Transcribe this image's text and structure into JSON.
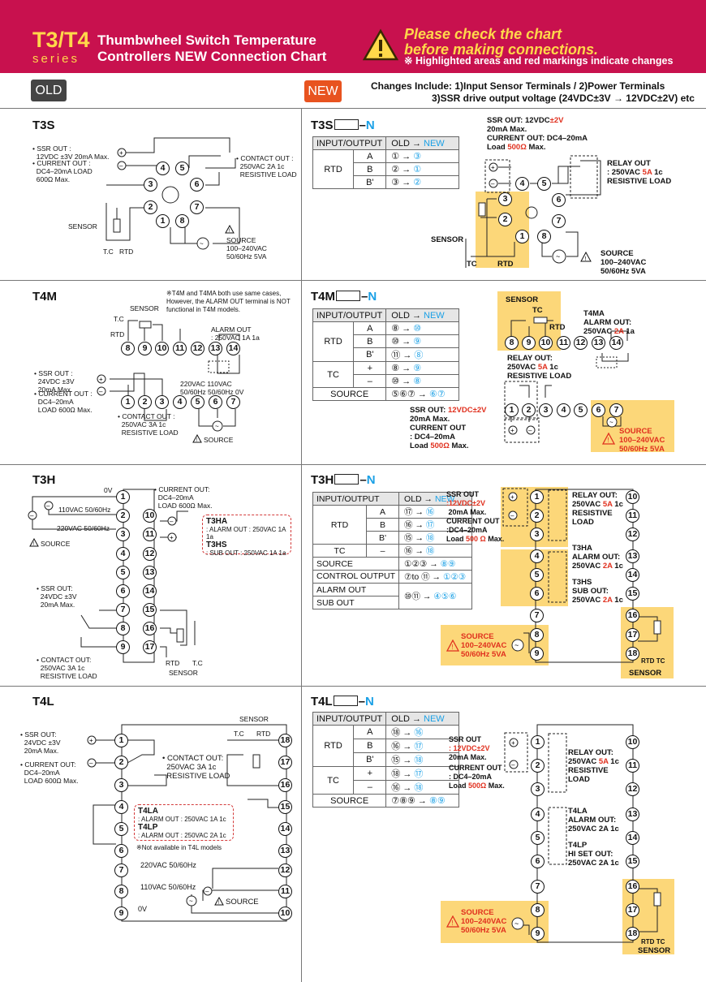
{
  "header": {
    "series_title": "T3/T4",
    "series_word": "series",
    "title_line1": "Thumbwheel Switch Temperature",
    "title_line2": "Controllers NEW Connection Chart",
    "warning_line1": "Please check the chart",
    "warning_line2": "before making connections.",
    "warning_note": "※ Highlighted areas and red markings indicate changes",
    "old_badge": "OLD",
    "new_badge": "NEW",
    "changes_line1": "Changes Include: 1)Input Sensor Terminals  / 2)Power Terminals",
    "changes_line2": "3)SSR drive output voltage (24VDC±3V → 12VDC±2V) etc"
  },
  "colors": {
    "header_bg": "#c8114e",
    "accent_yellow": "#ffd84a",
    "new_badge": "#e8531f",
    "highlight": "#fcd779",
    "new_blue": "#1aa0e6",
    "change_red": "#e0301e"
  },
  "table_header": {
    "io": "INPUT/OUTPUT",
    "old": "OLD",
    "arrow": "→",
    "new": "NEW"
  },
  "t3s": {
    "model": "T3S",
    "new_code_suffix": "N",
    "dash": "–",
    "rows": [
      {
        "group": "RTD",
        "sign": "A",
        "old": "①",
        "new": "③"
      },
      {
        "group": "",
        "sign": "B",
        "old": "②",
        "new": "①"
      },
      {
        "group": "",
        "sign": "B'",
        "old": "③",
        "new": "②"
      }
    ],
    "old": {
      "ssr": "SSR OUT :",
      "ssr2": "12VDC ±3V 20mA Max.",
      "cur": "CURRENT OUT :",
      "cur2": "DC4–20mA LOAD",
      "cur3": "600Ω Max.",
      "contact": "CONTACT OUT :",
      "contact2": "250VAC 2A 1c",
      "contact3": "RESISTIVE LOAD",
      "source": "SOURCE",
      "source2": "100–240VAC",
      "source3": "50/60Hz 5VA",
      "sensor": "SENSOR",
      "tc": "T.C",
      "rtd": "RTD"
    },
    "new": {
      "ssr": "SSR OUT: 12VDC",
      "ssr_red": "±2V",
      "ssr2": "20mA Max.",
      "cur": "CURRENT OUT: DC4–20mA",
      "load": "Load",
      "load_red": "500Ω",
      "load_max": "Max.",
      "relay": "RELAY OUT",
      "relay2": ": 250VAC",
      "relay_red": "5A",
      "relay2b": "1c",
      "relay3": "RESISTIVE LOAD",
      "source": "SOURCE",
      "source2": "100–240VAC",
      "source3": "50/60Hz 5VA",
      "sensor": "SENSOR",
      "tc": "TC",
      "rtd": "RTD"
    }
  },
  "t4m": {
    "model": "T4M",
    "new_code_suffix": "N",
    "rows": [
      {
        "group": "RTD",
        "sign": "A",
        "old": "⑧",
        "new": "⑩"
      },
      {
        "group": "",
        "sign": "B",
        "old": "⑩",
        "new": "⑨"
      },
      {
        "group": "",
        "sign": "B'",
        "old": "⑪",
        "new": "⑧"
      },
      {
        "group": "TC",
        "sign": "+",
        "old": "⑧",
        "new": "⑨"
      },
      {
        "group": "",
        "sign": "–",
        "old": "⑩",
        "new": "⑧"
      },
      {
        "group": "SOURCE",
        "sign": "",
        "old": "⑤⑥⑦",
        "new": "⑥⑦"
      }
    ],
    "old": {
      "note": "※T4M and T4MA both use same cases,",
      "note2": "However, the ALARM OUT terminal is NOT",
      "note3": "functional in T4M models.",
      "sensor": "SENSOR",
      "tc": "T.C",
      "rtd": "RTD",
      "alarm": "ALARM OUT",
      "alarm2": ": 250VAC 1A 1a",
      "ssr": "SSR OUT :",
      "ssr2": "24VDC ±3V",
      "ssr3": "20mA Max.",
      "cur": "CURRENT OUT :",
      "cur2": "DC4–20mA",
      "cur3": "LOAD 600Ω Max.",
      "pwr": "220VAC  110VAC",
      "pwr2": "50/60Hz  50/60Hz 0V",
      "contact": "CONTACT OUT :",
      "contact2": "250VAC 3A 1c",
      "contact3": "RESISTIVE LOAD",
      "source": "SOURCE"
    },
    "new": {
      "sensor": "SENSOR",
      "tc": "TC",
      "rtd": "RTD",
      "alarm_t": "T4MA",
      "alarm": "ALARM OUT:",
      "alarm2": "250VAC",
      "alarm_red": "2A",
      "alarm2b": "1a",
      "relay": "RELAY OUT:",
      "relay2": "250VAC",
      "relay_red": "5A",
      "relay2b": "1c",
      "relay3": "RESISTIVE LOAD",
      "ssr": "SSR OUT:",
      "ssr_red": "12VDC±2V",
      "ssr2": "20mA Max.",
      "cur": "CURRENT OUT",
      "cur2": ": DC4–20mA",
      "load": "Load",
      "load_red": "500Ω",
      "load_max": "Max.",
      "source": "SOURCE",
      "source2": "100–240VAC",
      "source3": "50/60Hz 5VA"
    }
  },
  "t3h": {
    "model": "T3H",
    "new_code_suffix": "N",
    "rows": [
      {
        "group": "RTD",
        "sign": "A",
        "old": "⑰",
        "new": "⑯"
      },
      {
        "group": "",
        "sign": "B",
        "old": "⑯",
        "new": "⑰"
      },
      {
        "group": "",
        "sign": "B'",
        "old": "⑮",
        "new": "⑱"
      },
      {
        "group": "TC",
        "sign": "–",
        "old": "⑯",
        "new": "⑱"
      },
      {
        "group": "SOURCE",
        "sign": "",
        "old": "①②③",
        "new": "⑧⑨"
      },
      {
        "group": "CONTROL OUTPUT",
        "sign": "",
        "old": "⑦to ⑪",
        "new": "①②③"
      },
      {
        "group": "ALARM OUT",
        "sign": "",
        "old": "⑩⑪",
        "new": "④⑤⑥"
      },
      {
        "group": "SUB OUT",
        "sign": "",
        "old": "",
        "new": ""
      }
    ],
    "old": {
      "v0": "0V",
      "v110": "110VAC 50/60Hz",
      "v220": "220VAC 50/60Hz",
      "source": "SOURCE",
      "cur": "CURRENT OUT:",
      "cur2": "DC4–20mA",
      "cur3": "LOAD 600Ω Max.",
      "ha": "T3HA",
      "ha2": ": ALARM OUT : 250VAC 1A 1a",
      "hs": "T3HS",
      "hs2": ": SUB OUT : 250VAC 1A 1a",
      "ssr": "SSR OUT:",
      "ssr2": "24VDC ±3V",
      "ssr3": "20mA Max.",
      "contact": "CONTACT OUT:",
      "contact2": "250VAC 3A 1c",
      "contact3": "RESISTIVE LOAD",
      "rtd": "RTD",
      "tc": "T.C",
      "sensor": "SENSOR"
    },
    "new": {
      "ssr": "SSR OUT",
      "ssr_red": ":12VDC±2V",
      "ssr2": "20mA Max.",
      "cur": "CURRENT OUT",
      "cur2": ":DC4–20mA",
      "load": "Load",
      "load_red": "500 Ω",
      "load_max": "Max.",
      "relay": "RELAY OUT:",
      "relay2": "250VAC",
      "relay_red": "5A",
      "relay2b": "1c",
      "relay3": "RESISTIVE",
      "relay4": "LOAD",
      "ha": "T3HA",
      "ha2": "ALARM OUT:",
      "ha3": "250VAC",
      "ha_red": "2A",
      "ha3b": "1c",
      "hs": "T3HS",
      "hs2": "SUB OUT:",
      "hs3": "250VAC",
      "hs_red": "2A",
      "hs3b": "1c",
      "source": "SOURCE",
      "source2": "100–240VAC",
      "source3": "50/60Hz 5VA",
      "sensor": "SENSOR",
      "rtd": "RTD",
      "tc": "TC"
    }
  },
  "t4l": {
    "model": "T4L",
    "new_code_suffix": "N",
    "rows": [
      {
        "group": "RTD",
        "sign": "A",
        "old": "⑱",
        "new": "⑯"
      },
      {
        "group": "",
        "sign": "B",
        "old": "⑯",
        "new": "⑰"
      },
      {
        "group": "",
        "sign": "B'",
        "old": "⑮",
        "new": "⑱"
      },
      {
        "group": "TC",
        "sign": "+",
        "old": "⑱",
        "new": "⑰"
      },
      {
        "group": "",
        "sign": "–",
        "old": "⑯",
        "new": "⑱"
      },
      {
        "group": "SOURCE",
        "sign": "",
        "old": "⑦⑧⑨",
        "new": "⑧⑨"
      }
    ],
    "old": {
      "sensor": "SENSOR",
      "tc": "T.C",
      "rtd": "RTD",
      "ssr": "SSR OUT:",
      "ssr2": "24VDC ±3V",
      "ssr3": "20mA Max.",
      "cur": "CURRENT OUT:",
      "cur2": "DC4–20mA",
      "cur3": "LOAD 600Ω Max.",
      "contact": "CONTACT OUT:",
      "contact2": "250VAC 3A 1c",
      "contact3": "RESISTIVE LOAD",
      "la": "T4LA",
      "la2": ": ALARM OUT : 250VAC 1A 1c",
      "lp": "T4LP",
      "lp2": ": ALARM OUT : 250VAC 2A 1c",
      "note": "※Not available in T4L models",
      "v220": "220VAC 50/60Hz",
      "v110": "110VAC 50/60Hz",
      "v0": "0V",
      "source": "SOURCE"
    },
    "new": {
      "ssr": "SSR OUT",
      "ssr_red": ": 12VDC±2V",
      "ssr2": "20mA Max.",
      "cur": "CURRENT OUT",
      "cur2": ": DC4–20mA",
      "load": "Load",
      "load_red": "500Ω",
      "load_max": "Max.",
      "relay": "RELAY OUT:",
      "relay2": "250VAC",
      "relay_red": "5A",
      "relay2b": "1c",
      "relay3": "RESISTIVE",
      "relay4": "LOAD",
      "la": "T4LA",
      "la2": "ALARM OUT:",
      "la3": "250VAC 2A 1c",
      "lp": "T4LP",
      "lp2": "HI SET OUT:",
      "lp3": "250VAC 2A 1c",
      "source": "SOURCE",
      "source2": "100–240VAC",
      "source3": "50/60Hz 5VA",
      "sensor": "SENSOR",
      "rtd": "RTD",
      "tc": "TC"
    }
  }
}
